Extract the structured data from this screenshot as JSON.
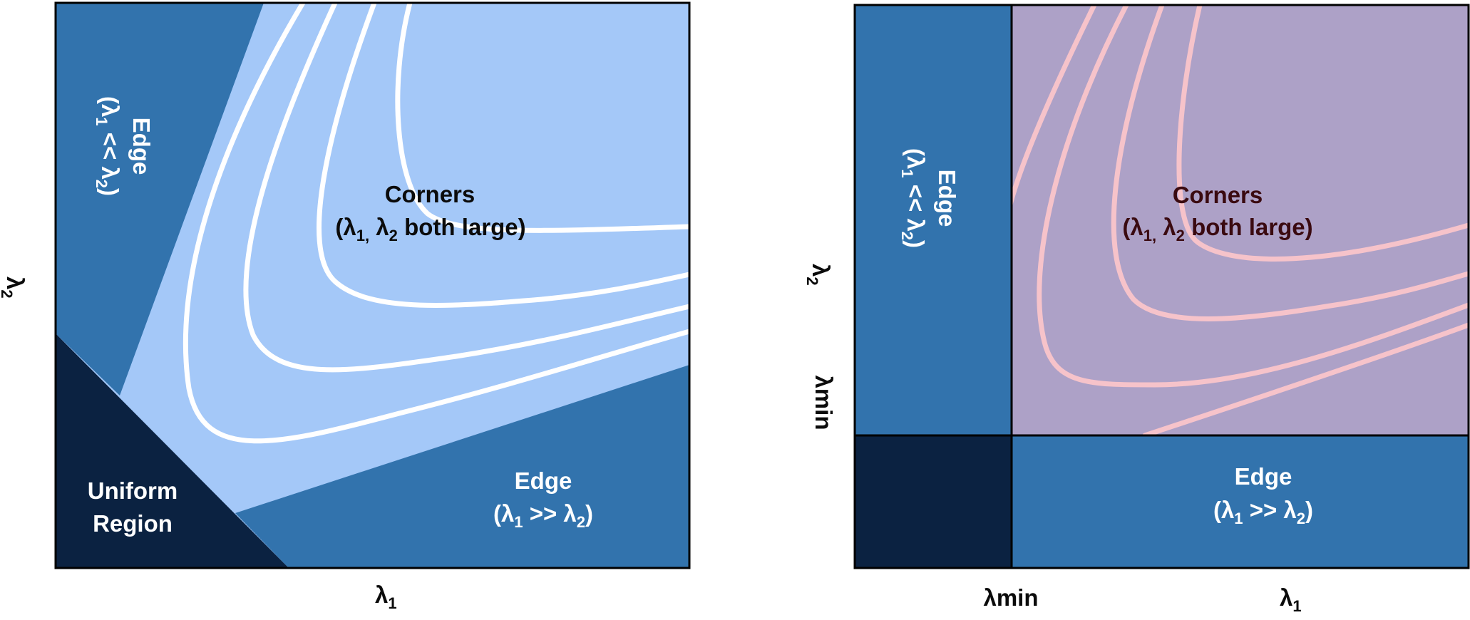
{
  "colors": {
    "uniform_region": "#0b2241",
    "edge_region": "#3273ad",
    "corner_region_left": "#a4c8f8",
    "corner_region_right": "#ada1c7",
    "contour_left": "#ffffff",
    "contour_right": "#f6c3ca",
    "border": "#000000",
    "label_light": "#ffffff",
    "label_dark": "#0b0b0b",
    "corner_label_right": "#3a0a10"
  },
  "left_panel": {
    "x_axis_label": "λ",
    "x_axis_subscript": "1",
    "y_axis_label": "λ",
    "y_axis_subscript": "2",
    "edge_top": {
      "title": "Edge",
      "detail_open": "(λ",
      "detail_mid": " << λ",
      "detail_close": ")",
      "sub_a": "1",
      "sub_b": "2"
    },
    "corners": {
      "title": "Corners",
      "detail_open": "(λ",
      "detail_mid": " λ",
      "detail_close": " both large)",
      "sub_a": "1,",
      "sub_b": "2"
    },
    "uniform": {
      "line1": "Uniform",
      "line2": "Region"
    },
    "edge_bottom": {
      "title": "Edge",
      "detail_open": "(λ",
      "detail_mid": " >> λ",
      "detail_close": ")",
      "sub_a": "1",
      "sub_b": "2"
    }
  },
  "right_panel": {
    "x_axis_label": "λ",
    "x_axis_subscript": "1",
    "y_axis_label": "λ",
    "y_axis_subscript": "2",
    "x_threshold_label": "λmin",
    "y_threshold_label": "λmin",
    "edge_left": {
      "title": "Edge",
      "detail_open": "(λ",
      "detail_mid": " << λ",
      "detail_close": ")",
      "sub_a": "1",
      "sub_b": "2"
    },
    "corners": {
      "title": "Corners",
      "detail_open": "(λ",
      "detail_mid": " λ",
      "detail_close": " both large)",
      "sub_a": "1,",
      "sub_b": "2"
    },
    "edge_bottom": {
      "title": "Edge",
      "detail_open": "(λ",
      "detail_mid": " >> λ",
      "detail_close": ")",
      "sub_a": "1",
      "sub_b": "2"
    }
  }
}
